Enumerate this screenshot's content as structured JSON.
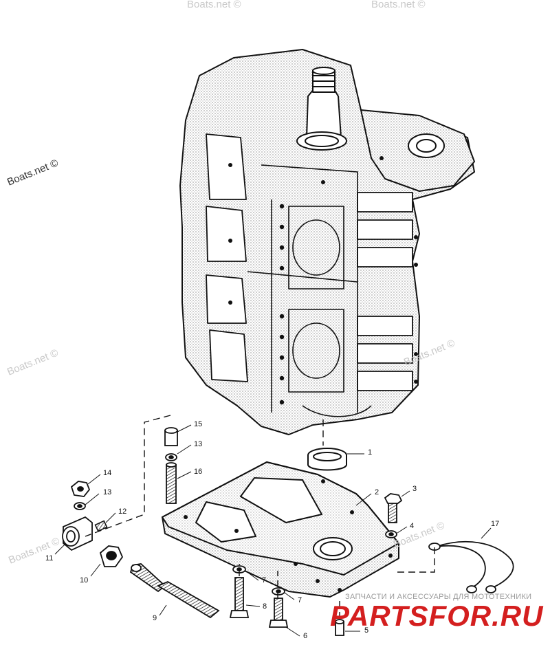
{
  "watermarks": [
    "Boats.net ©",
    "Boats.net ©",
    "Boats.net ©",
    "Boats.net ©",
    "Boats.net ©",
    "Boats.net ©",
    "Boats.net ©"
  ],
  "callouts": [
    "1",
    "2",
    "3",
    "4",
    "5",
    "6",
    "7",
    "7",
    "8",
    "9",
    "10",
    "11",
    "12",
    "13",
    "13",
    "14",
    "15",
    "16",
    "17"
  ],
  "brand": {
    "subtitle": "ЗАПЧАСТИ И АКСЕССУАРЫ ДЛЯ МОТОТЕХНИКИ",
    "logo": "PARTSFOR.RU"
  }
}
